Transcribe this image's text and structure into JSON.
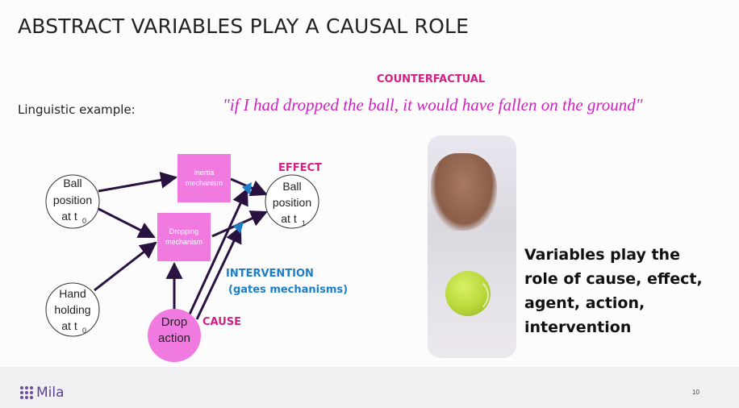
{
  "slide": {
    "title": "ABSTRACT VARIABLES PLAY A CAUSAL ROLE",
    "counterfactual_label": "COUNTERFACTUAL",
    "linguistic_label": "Linguistic example:",
    "quote": "\"if I had dropped the ball, it would have fallen on the ground\"",
    "variables_text": "Variables play the role of cause, effect, agent, action, intervention",
    "page_number": "10"
  },
  "diagram": {
    "ball_position_t0": [
      "Ball",
      "position",
      "at t"
    ],
    "ball_position_t0_sub": "0",
    "hand_holding": [
      "Hand",
      "holding",
      "at t"
    ],
    "hand_holding_sub": "0",
    "ball_position_t1": [
      "Ball",
      "position",
      "at t"
    ],
    "ball_position_t1_sub": "1",
    "inertia_mechanism": [
      "inertia",
      "mechanism"
    ],
    "dropping_mechanism": [
      "Dropping",
      "mechanism"
    ],
    "drop_action": [
      "Drop",
      "action"
    ],
    "effect_label": "EFFECT",
    "cause_label": "CAUSE",
    "intervention_label": "INTERVENTION",
    "intervention_sub": "(gates mechanisms)"
  },
  "footer": {
    "brand": "Mila"
  },
  "colors": {
    "magenta": "#d11f86",
    "mechanism_fill": "#f07ae0",
    "blue": "#1a7fc8"
  }
}
